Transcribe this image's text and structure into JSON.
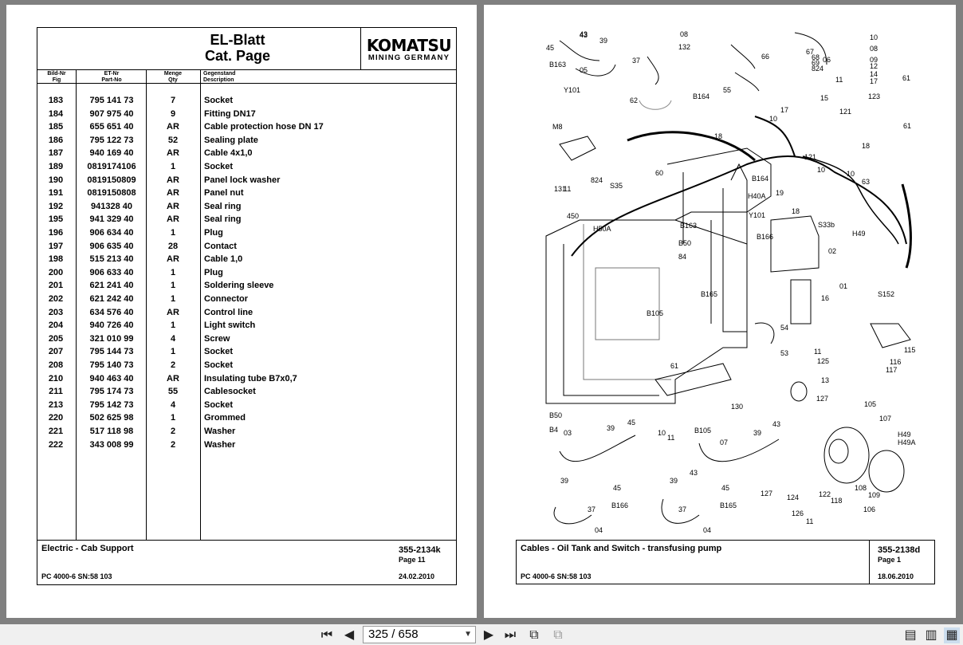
{
  "left_page": {
    "title_line1": "EL-Blatt",
    "title_line2": "Cat. Page",
    "logo_main": "KOMATSU",
    "logo_sub": "MINING GERMANY",
    "headers": {
      "fig_de": "Bild-Nr",
      "fig_en": "Fig",
      "part_de": "ET-Nr",
      "part_en": "Part-No",
      "qty_de": "Menge",
      "qty_en": "Qty",
      "desc_de": "Gegenstand",
      "desc_en": "Description"
    },
    "rows": [
      {
        "fig": "183",
        "part": "795 141 73",
        "qty": "7",
        "desc": "Socket"
      },
      {
        "fig": "184",
        "part": "907 975 40",
        "qty": "9",
        "desc": "Fitting DN17"
      },
      {
        "fig": "185",
        "part": "655 651 40",
        "qty": "AR",
        "desc": "Cable protection hose DN 17"
      },
      {
        "fig": "186",
        "part": "795 122 73",
        "qty": "52",
        "desc": "Sealing plate"
      },
      {
        "fig": "187",
        "part": "940 169 40",
        "qty": "AR",
        "desc": "Cable 4x1,0"
      },
      {
        "fig": "189",
        "part": "0819174106",
        "qty": "1",
        "desc": "Socket"
      },
      {
        "fig": "190",
        "part": "0819150809",
        "qty": "AR",
        "desc": "Panel lock washer"
      },
      {
        "fig": "191",
        "part": "0819150808",
        "qty": "AR",
        "desc": "Panel nut"
      },
      {
        "fig": "192",
        "part": "941328 40",
        "qty": "AR",
        "desc": "Seal ring"
      },
      {
        "fig": "195",
        "part": "941 329 40",
        "qty": "AR",
        "desc": "Seal ring"
      },
      {
        "fig": "196",
        "part": "906 634 40",
        "qty": "1",
        "desc": "Plug"
      },
      {
        "fig": "197",
        "part": "906 635 40",
        "qty": "28",
        "desc": "Contact"
      },
      {
        "fig": "198",
        "part": "515 213 40",
        "qty": "AR",
        "desc": "Cable 1,0"
      },
      {
        "fig": "200",
        "part": "906 633 40",
        "qty": "1",
        "desc": "Plug"
      },
      {
        "fig": "201",
        "part": "621 241 40",
        "qty": "1",
        "desc": "Soldering sleeve"
      },
      {
        "fig": "202",
        "part": "621 242 40",
        "qty": "1",
        "desc": "Connector"
      },
      {
        "fig": "203",
        "part": "634 576 40",
        "qty": "AR",
        "desc": "Control line"
      },
      {
        "fig": "204",
        "part": "940 726 40",
        "qty": "1",
        "desc": "Light switch"
      },
      {
        "fig": "205",
        "part": "321 010 99",
        "qty": "4",
        "desc": "Screw"
      },
      {
        "fig": "207",
        "part": "795 144 73",
        "qty": "1",
        "desc": "Socket"
      },
      {
        "fig": "208",
        "part": "795 140 73",
        "qty": "2",
        "desc": "Socket"
      },
      {
        "fig": "210",
        "part": "940 463 40",
        "qty": "AR",
        "desc": "Insulating tube B7x0,7"
      },
      {
        "fig": "211",
        "part": "795 174 73",
        "qty": "55",
        "desc": "Cablesocket"
      },
      {
        "fig": "213",
        "part": "795 142 73",
        "qty": "4",
        "desc": "Socket"
      },
      {
        "fig": "220",
        "part": "502 625 98",
        "qty": "1",
        "desc": "Grommed"
      },
      {
        "fig": "221",
        "part": "517 118 98",
        "qty": "2",
        "desc": "Washer"
      },
      {
        "fig": "222",
        "part": "343 008 99",
        "qty": "2",
        "desc": "Washer"
      }
    ],
    "footer": {
      "title": "Electric - Cab Support",
      "code": "355-2134k",
      "page": "Page 11",
      "model": "PC 4000-6 SN:58 103",
      "date": "24.02.2010"
    }
  },
  "right_page": {
    "footer": {
      "title": "Cables - Oil Tank and Switch - transfusing pump",
      "code": "355-2138d",
      "page": "Page 1",
      "model": "PC 4000-6 SN:58 103",
      "date": "18.06.2010"
    },
    "callouts": [
      "43",
      "39",
      "45",
      "37",
      "B163",
      "05",
      "Y101",
      "62",
      "08",
      "132",
      "B164",
      "55",
      "66",
      "67",
      "68",
      "69",
      "824",
      "06",
      "11",
      "10",
      "08",
      "09",
      "12",
      "14",
      "17",
      "123",
      "61",
      "M8",
      "18",
      "10",
      "17",
      "15",
      "121",
      "121",
      "18",
      "10",
      "63",
      "61",
      "131",
      "824",
      "60",
      "S35",
      "B164",
      "H40A",
      "19",
      "10",
      "11",
      "450",
      "H50A",
      "B163",
      "B50",
      "84",
      "B166",
      "Y101",
      "18",
      "S33b",
      "H49",
      "02",
      "01",
      "S152",
      "B165",
      "B105",
      "16",
      "54",
      "53",
      "115",
      "116",
      "117",
      "11",
      "125",
      "13",
      "127",
      "61",
      "130",
      "105",
      "107",
      "H49",
      "H49A",
      "B50",
      "B4",
      "03",
      "39",
      "45",
      "10",
      "11",
      "B105",
      "07",
      "39",
      "43",
      "122",
      "118",
      "108",
      "109",
      "106",
      "43",
      "39",
      "45",
      "37",
      "B166",
      "04",
      "39",
      "43",
      "45",
      "37",
      "B165",
      "04",
      "127",
      "124",
      "126",
      "11"
    ]
  },
  "toolbar": {
    "page_indicator": "325 / 658"
  }
}
